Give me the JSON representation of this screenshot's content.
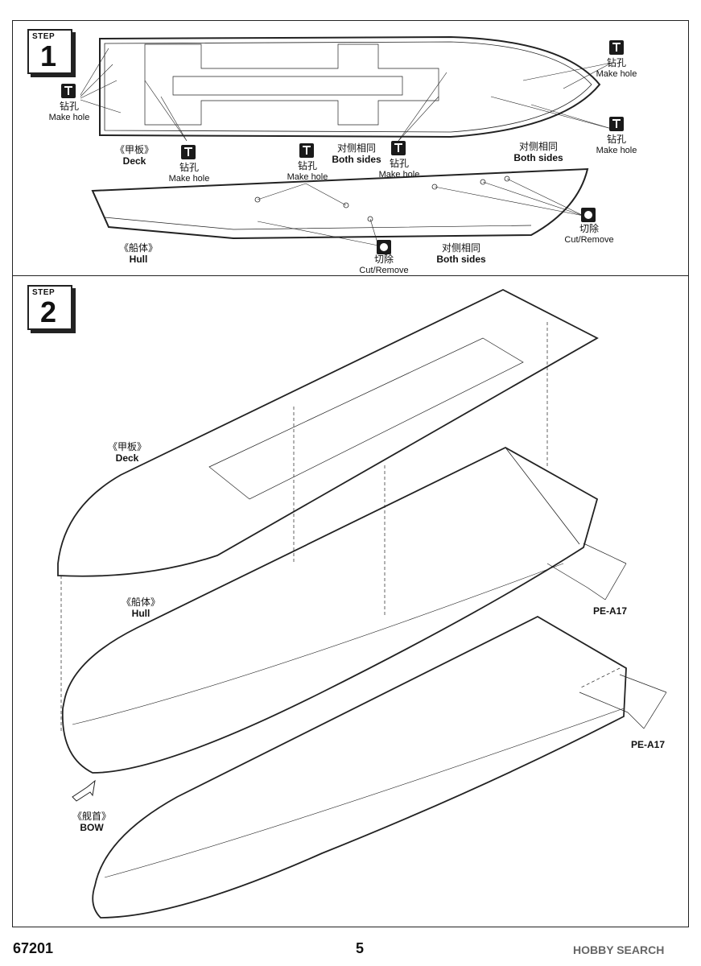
{
  "steps": [
    {
      "word": "STEP",
      "number": "1"
    },
    {
      "word": "STEP",
      "number": "2"
    }
  ],
  "labels": {
    "make_hole_cn": "钻孔",
    "make_hole_en": "Make hole",
    "cut_remove_cn": "切除",
    "cut_remove_en": "Cut/Remove",
    "deck_cn": "《甲板》",
    "deck_en": "Deck",
    "hull_cn": "《船体》",
    "hull_en": "Hull",
    "both_sides_cn": "对侧相同",
    "both_sides_en": "Both sides",
    "bow_cn": "《舰首》",
    "bow_en": "BOW",
    "pe_part": "PE-A17"
  },
  "icons": {
    "make_hole": "drill-icon",
    "cut_remove": "cut-circle-icon",
    "bow_direction": "arrow-icon"
  },
  "footer": {
    "code": "67201",
    "page": "5",
    "watermark": "HOBBY SEARCH"
  }
}
